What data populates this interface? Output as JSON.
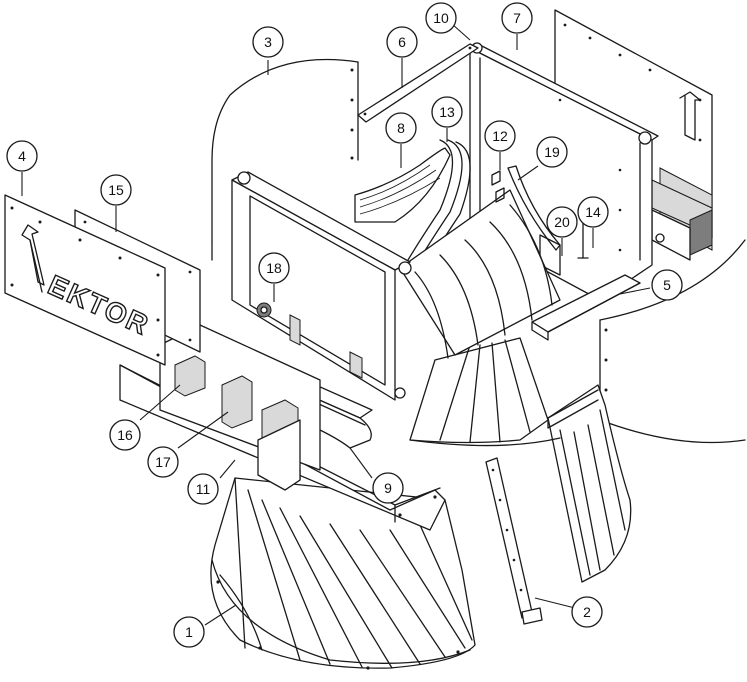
{
  "logo_text": "EKTOR",
  "callouts": [
    {
      "id": "c1",
      "label": "1"
    },
    {
      "id": "c2",
      "label": "2"
    },
    {
      "id": "c3",
      "label": "3"
    },
    {
      "id": "c4",
      "label": "4"
    },
    {
      "id": "c5",
      "label": "5"
    },
    {
      "id": "c6",
      "label": "6"
    },
    {
      "id": "c7",
      "label": "7"
    },
    {
      "id": "c8",
      "label": "8"
    },
    {
      "id": "c9",
      "label": "9"
    },
    {
      "id": "c10",
      "label": "10"
    },
    {
      "id": "c11",
      "label": "11"
    },
    {
      "id": "c12",
      "label": "12"
    },
    {
      "id": "c13",
      "label": "13"
    },
    {
      "id": "c14",
      "label": "14"
    },
    {
      "id": "c15",
      "label": "15"
    },
    {
      "id": "c16",
      "label": "16"
    },
    {
      "id": "c17",
      "label": "17"
    },
    {
      "id": "c18",
      "label": "18"
    },
    {
      "id": "c19",
      "label": "19"
    },
    {
      "id": "c20",
      "label": "20"
    }
  ]
}
